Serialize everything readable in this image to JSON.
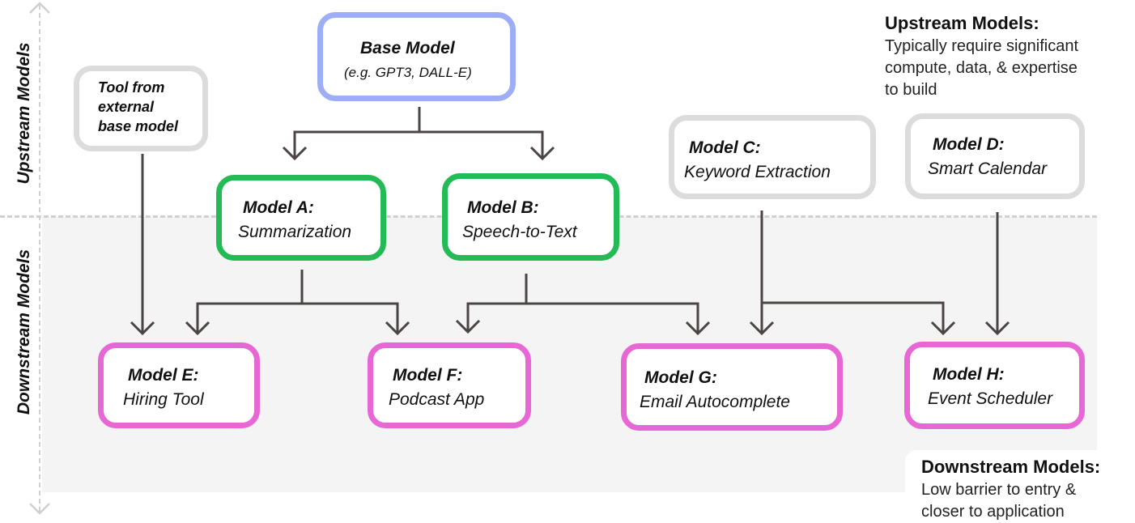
{
  "axis": {
    "upstream_label": "Upstream Models",
    "downstream_label": "Downstream Models"
  },
  "nodes": {
    "base_model": {
      "title": "Base Model",
      "subtitle": "(e.g. GPT3, DALL-E)",
      "color": "#9daef7"
    },
    "external_tool": {
      "line1": "Tool from",
      "line2": "external",
      "line3": "base model",
      "color": "#dcdcdc"
    },
    "model_a": {
      "title": "Model A:",
      "subtitle": "Summarization",
      "color": "#22bb55"
    },
    "model_b": {
      "title": "Model B:",
      "subtitle": "Speech-to-Text",
      "color": "#22bb55"
    },
    "model_c": {
      "title": "Model C:",
      "subtitle": "Keyword Extraction",
      "color": "#dcdcdc"
    },
    "model_d": {
      "title": "Model D:",
      "subtitle": "Smart Calendar",
      "color": "#dcdcdc"
    },
    "model_e": {
      "title": "Model E:",
      "subtitle": "Hiring Tool",
      "color": "#e768d5"
    },
    "model_f": {
      "title": "Model F:",
      "subtitle": "Podcast App",
      "color": "#e768d5"
    },
    "model_g": {
      "title": "Model G:",
      "subtitle": "Email Autocomplete",
      "color": "#e768d5"
    },
    "model_h": {
      "title": "Model H:",
      "subtitle": "Event Scheduler",
      "color": "#e768d5"
    }
  },
  "notes": {
    "upstream": {
      "heading": "Upstream Models:",
      "lines": [
        "Typically require significant",
        "compute, data, & expertise",
        "to build"
      ]
    },
    "downstream": {
      "heading": "Downstream Models:",
      "lines": [
        "Low barrier to entry &",
        "closer to application"
      ]
    }
  },
  "edges": [
    {
      "from": "base_model",
      "to": "model_a"
    },
    {
      "from": "base_model",
      "to": "model_b"
    },
    {
      "from": "external_tool",
      "to": "model_e"
    },
    {
      "from": "model_a",
      "to": "model_e"
    },
    {
      "from": "model_a",
      "to": "model_f"
    },
    {
      "from": "model_b",
      "to": "model_f"
    },
    {
      "from": "model_b",
      "to": "model_g"
    },
    {
      "from": "model_c",
      "to": "model_g"
    },
    {
      "from": "model_c",
      "to": "model_h"
    },
    {
      "from": "model_d",
      "to": "model_h"
    }
  ],
  "colors": {
    "connector": "#4a4444",
    "upstream_base": "#9daef7",
    "upstream_intermediate": "#22bb55",
    "downstream": "#e768d5",
    "external": "#dcdcdc",
    "downstream_region": "#f4f4f4"
  }
}
